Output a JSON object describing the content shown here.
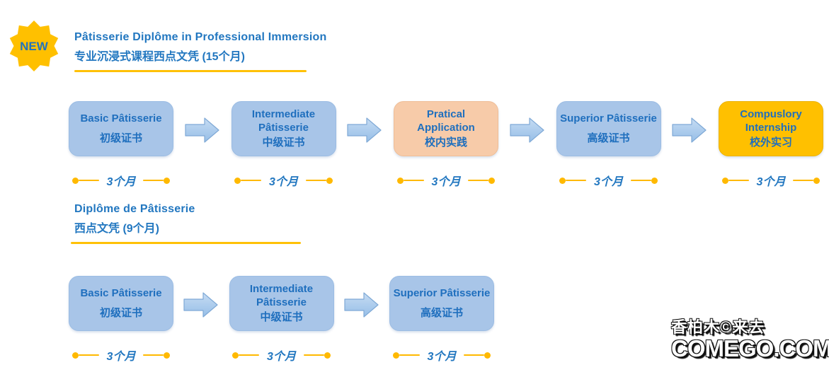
{
  "badge": {
    "label": "NEW"
  },
  "colors": {
    "accent_blue": "#2277C0",
    "box_blue": "#A8C5E8",
    "box_peach": "#F7CBA9",
    "box_yellow": "#FFC000",
    "underline_yellow": "#FFC107",
    "duration_marker": "#FFB900"
  },
  "program1": {
    "title_en": "Pâtisserie Diplôme in Professional Immersion",
    "title_zh": "专业沉浸式课程西点文凭 (15个月)",
    "steps": [
      {
        "en": "Basic Pâtisserie",
        "zh": "初级证书",
        "duration": "3个月"
      },
      {
        "en": "Intermediate Pâtisserie",
        "zh": "中级证书",
        "duration": "3个月"
      },
      {
        "en": "Pratical Application",
        "zh": "校内实践",
        "duration": "3个月"
      },
      {
        "en": "Superior Pâtisserie",
        "zh": "高级证书",
        "duration": "3个月"
      },
      {
        "en": "Compuslory Internship",
        "zh": "校外实习",
        "duration": "3个月"
      }
    ]
  },
  "program2": {
    "title_en": "Diplôme de Pâtisserie",
    "title_zh": "西点文凭 (9个月)",
    "steps": [
      {
        "en": "Basic Pâtisserie",
        "zh": "初级证书",
        "duration": "3个月"
      },
      {
        "en": "Intermediate Pâtisserie",
        "zh": "中级证书",
        "duration": "3个月"
      },
      {
        "en": "Superior Pâtisserie",
        "zh": "高级证书",
        "duration": "3个月"
      }
    ]
  },
  "watermark": {
    "line1": "香柏木©来去",
    "line2": "COMEGO.COM"
  }
}
